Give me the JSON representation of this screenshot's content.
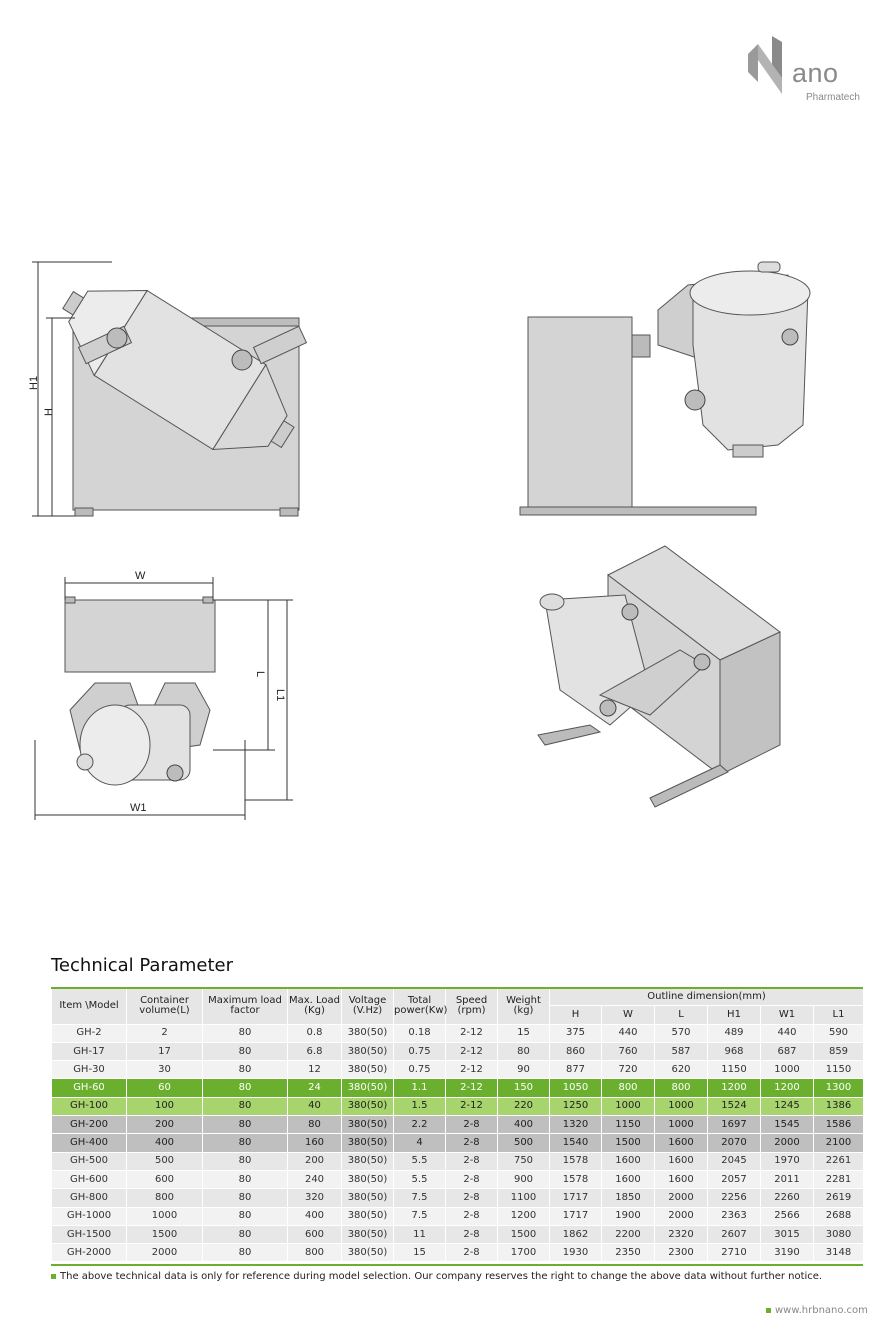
{
  "brand": {
    "name": "ano",
    "tagline": "Pharmatech"
  },
  "drawings": {
    "front_view": {
      "labels": [
        "H1",
        "H"
      ]
    },
    "top_view": {
      "labels": [
        "W",
        "L",
        "L1",
        "W1"
      ]
    }
  },
  "section_title": "Technical Parameter",
  "table": {
    "headers": {
      "model": "Item \\Model",
      "container_volume": "Container volume(L)",
      "load_factor": "Maximum load factor",
      "max_load": "Max. Load (Kg)",
      "voltage": "Voltage (V.Hz)",
      "power": "Total power(Kw)",
      "speed": "Speed (rpm)",
      "weight": "Weight (kg)",
      "outline": "Outline dimension(mm)",
      "dims": [
        "H",
        "W",
        "L",
        "H1",
        "W1",
        "L1"
      ]
    },
    "rows": [
      {
        "model": "GH-2",
        "volume": "2",
        "factor": "80",
        "load": "0.8",
        "voltage": "380(50)",
        "power": "0.18",
        "speed": "2-12",
        "weight": "15",
        "H": "375",
        "W": "440",
        "L": "570",
        "H1": "489",
        "W1": "440",
        "L1": "590"
      },
      {
        "model": "GH-17",
        "volume": "17",
        "factor": "80",
        "load": "6.8",
        "voltage": "380(50)",
        "power": "0.75",
        "speed": "2-12",
        "weight": "80",
        "H": "860",
        "W": "760",
        "L": "587",
        "H1": "968",
        "W1": "687",
        "L1": "859"
      },
      {
        "model": "GH-30",
        "volume": "30",
        "factor": "80",
        "load": "12",
        "voltage": "380(50)",
        "power": "0.75",
        "speed": "2-12",
        "weight": "90",
        "H": "877",
        "W": "720",
        "L": "620",
        "H1": "1150",
        "W1": "1000",
        "L1": "1150"
      },
      {
        "model": "GH-60",
        "volume": "60",
        "factor": "80",
        "load": "24",
        "voltage": "380(50)",
        "power": "1.1",
        "speed": "2-12",
        "weight": "150",
        "H": "1050",
        "W": "800",
        "L": "800",
        "H1": "1200",
        "W1": "1200",
        "L1": "1300"
      },
      {
        "model": "GH-100",
        "volume": "100",
        "factor": "80",
        "load": "40",
        "voltage": "380(50)",
        "power": "1.5",
        "speed": "2-12",
        "weight": "220",
        "H": "1250",
        "W": "1000",
        "L": "1000",
        "H1": "1524",
        "W1": "1245",
        "L1": "1386"
      },
      {
        "model": "GH-200",
        "volume": "200",
        "factor": "80",
        "load": "80",
        "voltage": "380(50)",
        "power": "2.2",
        "speed": "2-8",
        "weight": "400",
        "H": "1320",
        "W": "1150",
        "L": "1000",
        "H1": "1697",
        "W1": "1545",
        "L1": "1586"
      },
      {
        "model": "GH-400",
        "volume": "400",
        "factor": "80",
        "load": "160",
        "voltage": "380(50)",
        "power": "4",
        "speed": "2-8",
        "weight": "500",
        "H": "1540",
        "W": "1500",
        "L": "1600",
        "H1": "2070",
        "W1": "2000",
        "L1": "2100"
      },
      {
        "model": "GH-500",
        "volume": "500",
        "factor": "80",
        "load": "200",
        "voltage": "380(50)",
        "power": "5.5",
        "speed": "2-8",
        "weight": "750",
        "H": "1578",
        "W": "1600",
        "L": "1600",
        "H1": "2045",
        "W1": "1970",
        "L1": "2261"
      },
      {
        "model": "GH-600",
        "volume": "600",
        "factor": "80",
        "load": "240",
        "voltage": "380(50)",
        "power": "5.5",
        "speed": "2-8",
        "weight": "900",
        "H": "1578",
        "W": "1600",
        "L": "1600",
        "H1": "2057",
        "W1": "2011",
        "L1": "2281"
      },
      {
        "model": "GH-800",
        "volume": "800",
        "factor": "80",
        "load": "320",
        "voltage": "380(50)",
        "power": "7.5",
        "speed": "2-8",
        "weight": "1100",
        "H": "1717",
        "W": "1850",
        "L": "2000",
        "H1": "2256",
        "W1": "2260",
        "L1": "2619"
      },
      {
        "model": "GH-1000",
        "volume": "1000",
        "factor": "80",
        "load": "400",
        "voltage": "380(50)",
        "power": "7.5",
        "speed": "2-8",
        "weight": "1200",
        "H": "1717",
        "W": "1900",
        "L": "2000",
        "H1": "2363",
        "W1": "2566",
        "L1": "2688"
      },
      {
        "model": "GH-1500",
        "volume": "1500",
        "factor": "80",
        "load": "600",
        "voltage": "380(50)",
        "power": "11",
        "speed": "2-8",
        "weight": "1500",
        "H": "1862",
        "W": "2200",
        "L": "2320",
        "H1": "2607",
        "W1": "3015",
        "L1": "3080"
      },
      {
        "model": "GH-2000",
        "volume": "2000",
        "factor": "80",
        "load": "800",
        "voltage": "380(50)",
        "power": "15",
        "speed": "2-8",
        "weight": "1700",
        "H": "1930",
        "W": "2350",
        "L": "2300",
        "H1": "2710",
        "W1": "3190",
        "L1": "3148"
      }
    ],
    "highlight": {
      "GH-60": "dark-green",
      "GH-100": "light-green",
      "GH-200": "grey",
      "GH-400": "grey"
    }
  },
  "note": "The above technical data is only for reference during model selection. Our company reserves the right to change the above data without further notice.",
  "website": "www.hrbnano.com",
  "colors": {
    "accent": "#6ab02e",
    "accent_light": "#a8d46e",
    "machine_grey": "#c8c8c8"
  }
}
